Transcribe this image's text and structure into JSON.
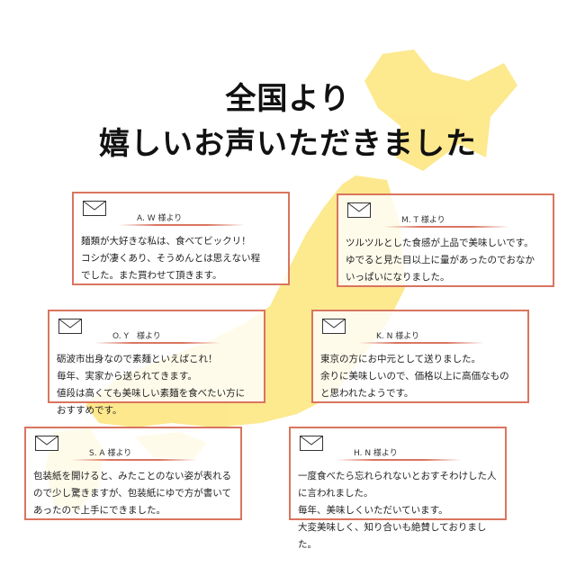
{
  "title": {
    "line1": "全国より",
    "line2": "嬉しいお声いただきました"
  },
  "colors": {
    "map": "#fde57a",
    "border": "#d9755f"
  },
  "icons": {
    "card": "envelope-icon"
  },
  "reviews": [
    {
      "name": "A. W 様より",
      "text": "麺類が大好きな私は、食べてビックリ！\nコシが凄くあり、そうめんとは思えない程\nでした。また買わせて頂きます。"
    },
    {
      "name": "M. T 様より",
      "text": "ツルツルとした食感が上品で美味しいです。\nゆでると見た目以上に量があったのでおなか\nいっぱいになりました。"
    },
    {
      "name": "O. Y　様より",
      "text": "砺波市出身なので素麺といえばこれ！\n毎年、実家から送られてきます。\n値段は高くても美味しい素麺を食べたい方に\nおすすめです。"
    },
    {
      "name": "K. N 様より",
      "text": "東京の方にお中元として送りました。\n余りに美味しいので、価格以上に高価なもの\nと思われたようです。"
    },
    {
      "name": "S. A 様より",
      "text": "包装紙を開けると、みたことのない姿が表れる\nので少し驚きますが、包装紙にゆで方が書いて\nあったので上手にできました。"
    },
    {
      "name": "H. N 様より",
      "text": "一度食べたら忘れられないとおすそわけした人\nに言われました。\n毎年、美味しくいただいています。\n大変美味しく、知り合いも絶賛しておりました。"
    }
  ]
}
